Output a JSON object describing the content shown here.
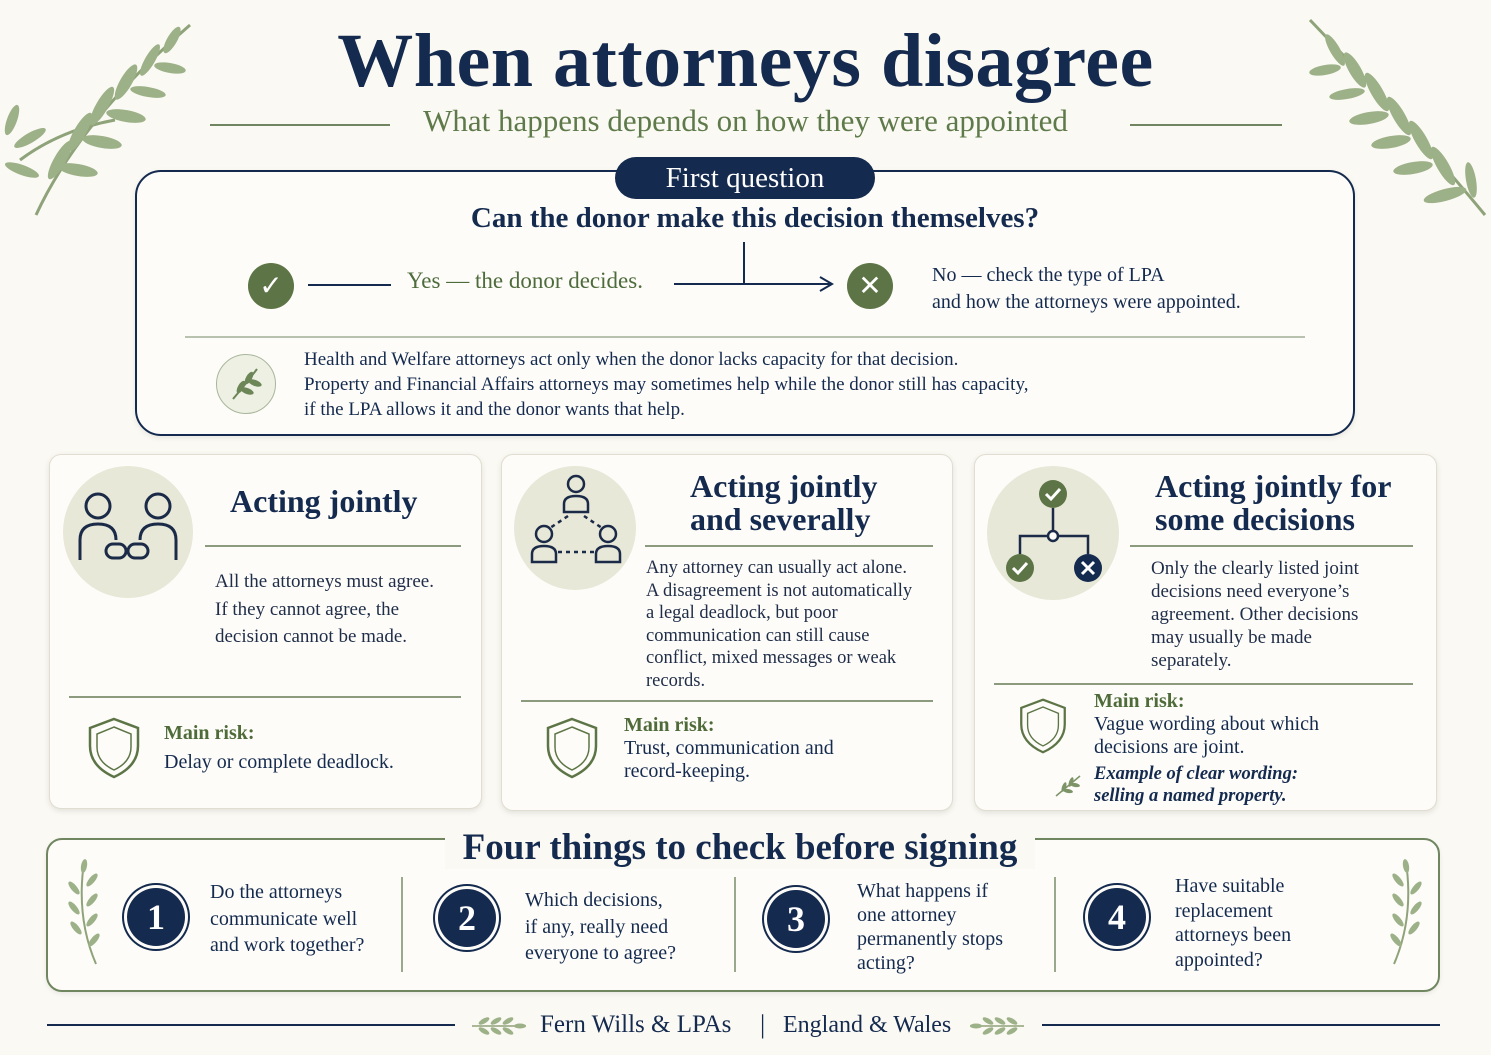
{
  "header": {
    "title": "When attorneys disagree",
    "subtitle": "What happens depends on how they were appointed"
  },
  "first_question": {
    "pill": "First question",
    "question": "Can the donor make this decision themselves?",
    "yes": "Yes — the donor decides.",
    "no_line1": "No — check the type of LPA",
    "no_line2": "and how the attorneys were appointed.",
    "note_line1": "Health and Welfare attorneys act only when the donor lacks capacity for that decision.",
    "note_line2": "Property and Financial Affairs attorneys may sometimes help while the donor still has capacity,",
    "note_line3": "if the LPA allows it and the donor wants that help."
  },
  "cards": [
    {
      "title_line1": "Acting jointly",
      "body_lines": [
        "All the attorneys must agree.",
        "If they cannot agree, the",
        "decision cannot be made."
      ],
      "risk_label": "Main risk:",
      "risk_lines": [
        "Delay or complete deadlock."
      ]
    },
    {
      "title_line1": "Acting jointly",
      "title_line2": "and severally",
      "body_lines": [
        "Any attorney can usually act alone.",
        "A disagreement is not automatically",
        "a legal deadlock, but poor",
        "communication can still cause",
        "conflict, mixed messages or weak",
        "records."
      ],
      "risk_label": "Main risk:",
      "risk_lines": [
        "Trust, communication and",
        "record-keeping."
      ]
    },
    {
      "title_line1": "Acting jointly for",
      "title_line2": "some decisions",
      "body_lines": [
        "Only the clearly listed joint",
        "decisions need everyone’s",
        "agreement. Other decisions",
        "may usually be made",
        "separately."
      ],
      "risk_label": "Main risk:",
      "risk_lines": [
        "Vague wording about which",
        "decisions are joint."
      ],
      "example_line1": "Example of clear wording:",
      "example_line2": "selling a named property."
    }
  ],
  "checklist": {
    "title": "Four things to check before signing",
    "items": [
      {
        "num": "1",
        "lines": [
          "Do the attorneys",
          "communicate well",
          "and work together?"
        ]
      },
      {
        "num": "2",
        "lines": [
          "Which decisions,",
          "if any, really need",
          "everyone to agree?"
        ]
      },
      {
        "num": "3",
        "lines": [
          "What happens if",
          "one attorney",
          "permanently stops",
          "acting?"
        ]
      },
      {
        "num": "4",
        "lines": [
          "Have suitable",
          "replacement",
          "attorneys been",
          "appointed?"
        ]
      }
    ]
  },
  "footer": {
    "firm": "Fern Wills & LPAs",
    "separator": "|",
    "region": "England & Wales"
  },
  "colors": {
    "navy": "#142a4e",
    "green": "#5d7546",
    "background": "#fbf9f3"
  },
  "icons": [
    "fern-icon",
    "check-icon",
    "cross-icon",
    "sprig-icon",
    "people-linked-icon",
    "network-icon",
    "decision-tree-icon",
    "shield-icon"
  ]
}
